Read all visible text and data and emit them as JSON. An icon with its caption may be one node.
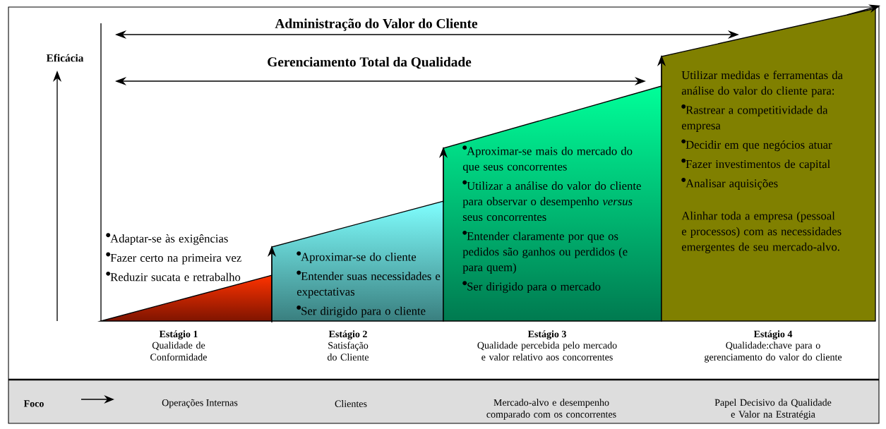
{
  "diagram": {
    "nodes": [
      {
        "text": [
          "Adaptar-se às exigências",
          "Fazer certo na primeira vez",
          "Reduzir sucata e retrabalho"
        ],
        "beside": [
          "Estágio 1",
          "Qualidade de Conformidade"
        ]
      },
      {
        "text": [
          "Aproximar-se do cliente",
          "Entender suas necessidades e expectativas",
          "Ser dirigido para o cliente"
        ],
        "beside": [
          "Estágio 2",
          "Satisfação do Cliente"
        ]
      },
      {
        "text": [
          "Aproximar-se mais do mercado do que seus concorrentes",
          "Utilizar a análise do valor do cliente para observar o desempenho *versus* seus concorrentes",
          "Entender claramente por que os pedidos são ganhos ou perdidos (e para quem)",
          "Ser dirigido para o mercado"
        ],
        "beside": [
          "Estágio 3",
          "Qualidade percebida pelo mercado e valor relativo aos concorrentes"
        ]
      },
      {
        "text": [
          "Utilizar medidas e ferramentas da análise do valor do cliente para:",
          "Rastrear a competitividade da empresa",
          "Decidir em que negócios atuar",
          "Fazer investimentos de capital",
          "Analisar aquisições",
          "Alinhar toda a empresa (pessoal e processos) com as necessidades emergentes de seu mercado-alvo."
        ],
        "beside": [
          "Estágio 4",
          "Qualidade:chave para o gerenciamento do valor do cliente"
        ]
      }
    ],
    "edges": [
      {
        "from": 0,
        "to": 1,
        "arrow": "to"
      },
      {
        "from": 1,
        "to": 2,
        "arrow": "to"
      },
      {
        "from": 2,
        "to": 3,
        "arrow": "to"
      },
      {
        "from": 3,
        "to": null,
        "arrow": "to"
      }
    ],
    "labels": [
      "Administração do Valor do Cliente",
      "Eficácia",
      "Gerenciamento Total da Qualidade",
      "Foco",
      "Operações Internas",
      "Clientes",
      "Mercado-alvo e desempenho comparado com os concorrentes",
      "Papel Decisivo da Qualidade e Valor na Estratégia"
    ]
  }
}
